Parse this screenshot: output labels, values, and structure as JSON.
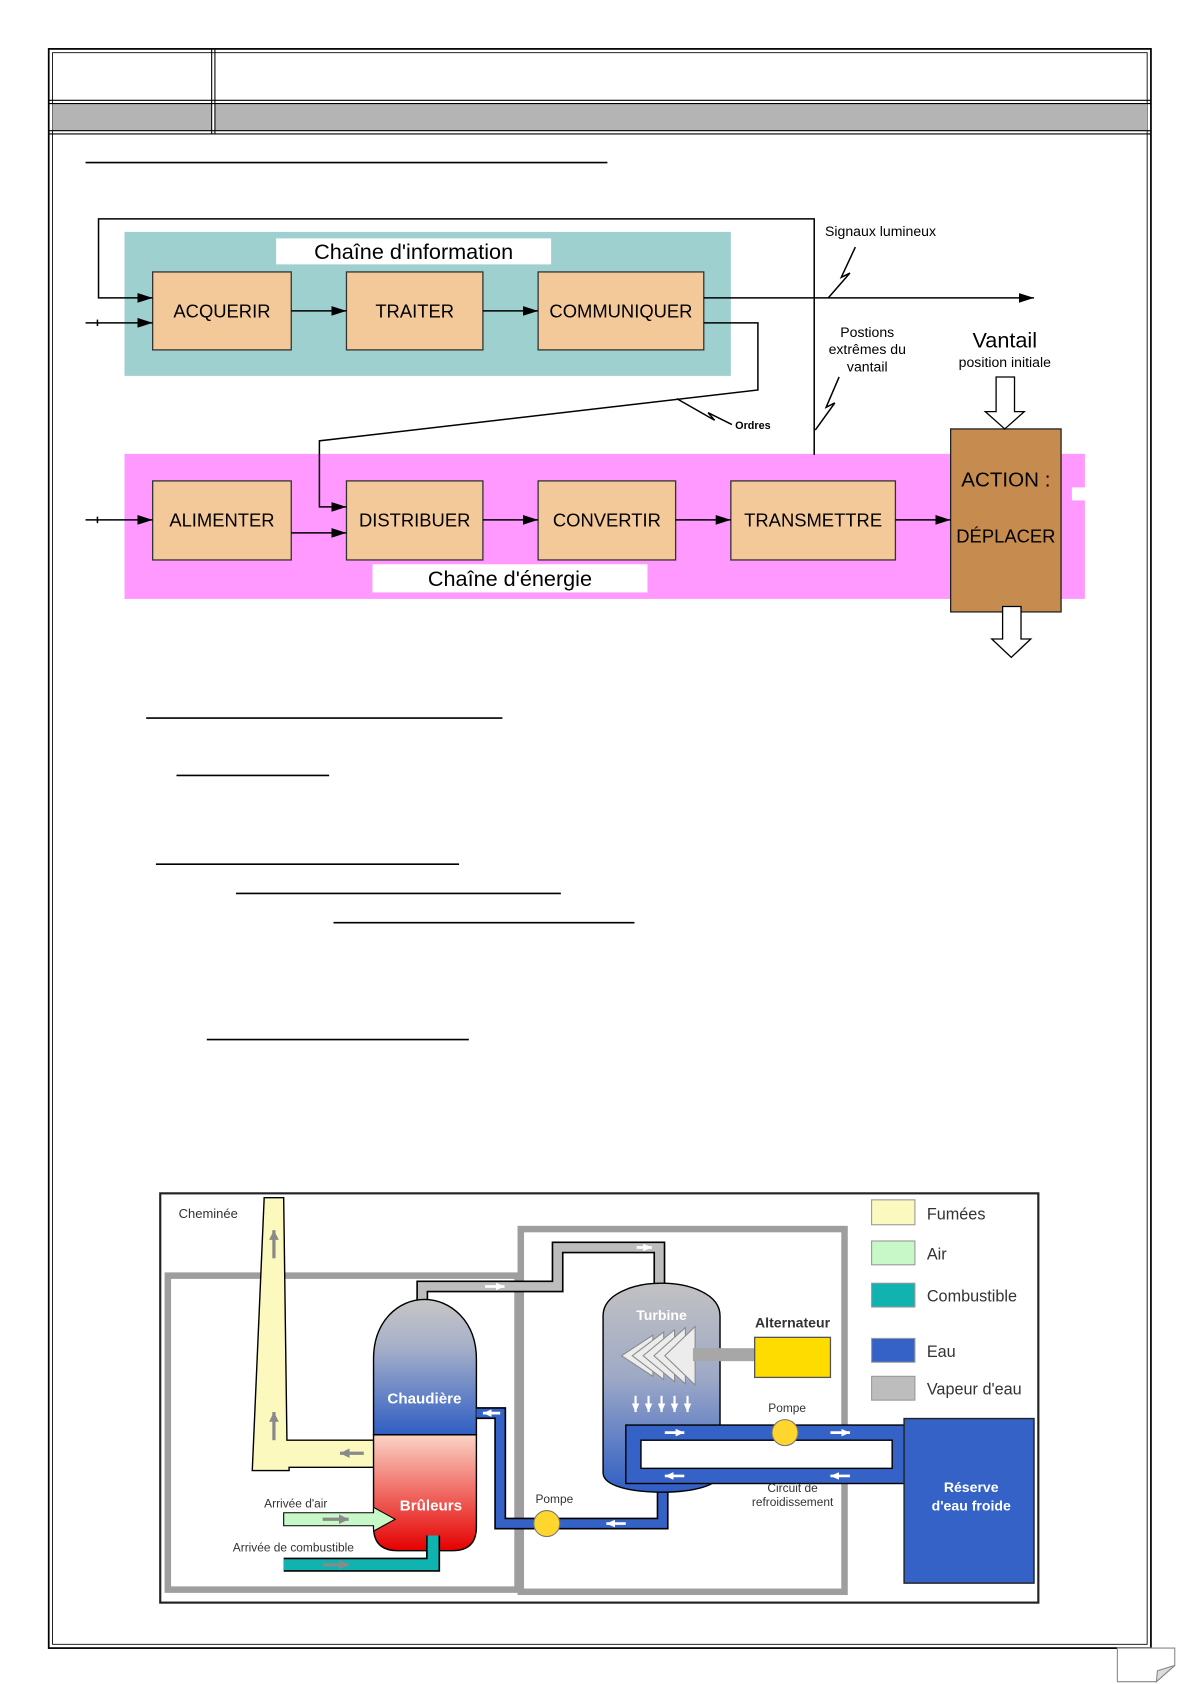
{
  "colors": {
    "info_chain_bg": "#9fd0d0",
    "energy_chain_bg": "#ff99ff",
    "function_block": "#f3c99a",
    "action_block": "#c68b4f",
    "action_title_text": "#d9c9b5",
    "action_verb_text": "#1c1c78",
    "header_shade": "#b4b4b4"
  },
  "functional_chain": {
    "info_chain": {
      "label": "Chaîne d'information",
      "blocks": [
        "ACQUERIR",
        "TRAITER",
        "COMMUNIQUER"
      ]
    },
    "energy_chain": {
      "label": "Chaîne d'énergie",
      "blocks": [
        "ALIMENTER",
        "DISTRIBUER",
        "CONVERTIR",
        "TRANSMETTRE"
      ]
    },
    "action": {
      "title": "ACTION :",
      "verb": "DÉPLACER"
    },
    "signals_label": "Signaux lumineux",
    "positions_label": [
      "Postions",
      "extrêmes du",
      "vantail"
    ],
    "vantail": {
      "title": "Vantail",
      "subtitle": "position initiale"
    },
    "orders_label": "Ordres"
  },
  "power_plant": {
    "chimney_label": "Cheminée",
    "legend": [
      {
        "label": "Fumées",
        "color": "#fcf9bf"
      },
      {
        "label": "Air",
        "color": "#c8f7c8"
      },
      {
        "label": "Combustible",
        "color": "#10b3b0"
      },
      {
        "label": "Eau",
        "color": "#3562c7"
      },
      {
        "label": "Vapeur d'eau",
        "color": "#bdbdbd"
      }
    ],
    "turbine_label": "Turbine",
    "alternator_label": "Alternateur",
    "alternator_color": "#ffdc00",
    "boiler_label": "Chaudière",
    "burners_label": "Brûleurs",
    "pump_labels": [
      "Pompe",
      "Pompe"
    ],
    "pump_color": "#ffd62e",
    "cooling_circuit_label": [
      "Circuit de",
      "refroidissement"
    ],
    "cold_water_reserve_label": [
      "Réserve",
      "d'eau froide"
    ],
    "air_inlet_label": "Arrivée d'air",
    "fuel_inlet_label": "Arrivée de combustible",
    "building_wall_color": "#9e9e9e"
  }
}
